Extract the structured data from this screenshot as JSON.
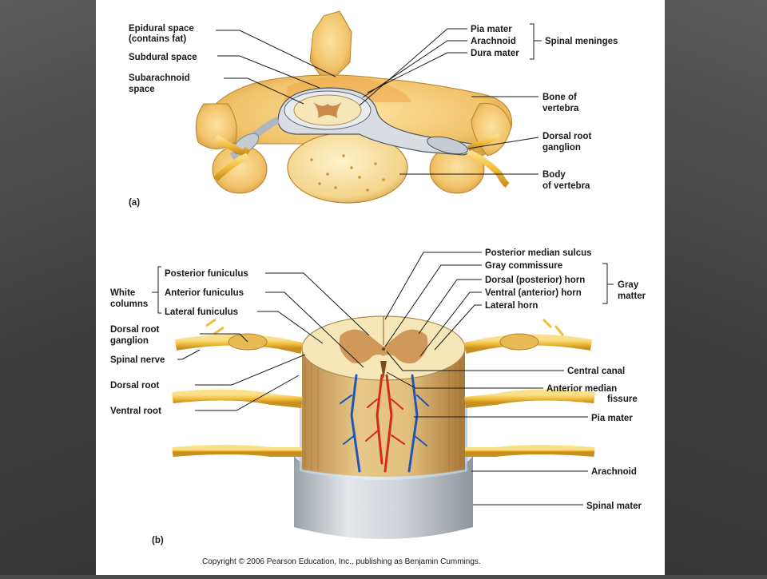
{
  "slide": {
    "copyright": "Copyright © 2006 Pearson Education, Inc., publishing as Benjamin Cummings."
  },
  "figure_a": {
    "panel_label": "(a)",
    "labels": {
      "epidural_1": "Epidural space",
      "epidural_2": "(contains fat)",
      "subdural": "Subdural space",
      "subarachnoid_1": "Subarachnoid",
      "subarachnoid_2": "space",
      "pia": "Pia mater",
      "arachnoid": "Arachnoid",
      "dura": "Dura mater",
      "meninges": "Spinal meninges",
      "bone_1": "Bone of",
      "bone_2": "vertebra",
      "drg_1": "Dorsal root",
      "drg_2": "ganglion",
      "body_1": "Body",
      "body_2": "of vertebra"
    }
  },
  "figure_b": {
    "panel_label": "(b)",
    "labels": {
      "white_1": "White",
      "white_2": "columns",
      "posterior_funiculus": "Posterior funiculus",
      "anterior_funiculus": "Anterior funiculus",
      "lateral_funiculus": "Lateral funiculus",
      "drg_1": "Dorsal root",
      "drg_2": "ganglion",
      "spinal_nerve": "Spinal nerve",
      "dorsal_root": "Dorsal root",
      "ventral_root": "Ventral root",
      "posterior_median_sulcus": "Posterior median sulcus",
      "gray_commissure": "Gray commissure",
      "dorsal_horn": "Dorsal (posterior) horn",
      "ventral_horn": "Ventral (anterior) horn",
      "lateral_horn": "Lateral horn",
      "gray_1": "Gray",
      "gray_2": "matter",
      "central_canal": "Central canal",
      "anterior_median_1": "Anterior median",
      "anterior_median_2": "fissure",
      "pia": "Pia mater",
      "arachnoid": "Arachnoid",
      "spinal_mater": "Spinal mater"
    }
  },
  "colors": {
    "bone": "#f2c36a",
    "bone_dark": "#d9a043",
    "nerve": "#f4c24a",
    "white_matter": "#f6e6b8",
    "gray_matter": "#c98a4a",
    "dura": "#c9cfd6",
    "vein": "#1f56b8",
    "artery": "#d42a1e"
  }
}
